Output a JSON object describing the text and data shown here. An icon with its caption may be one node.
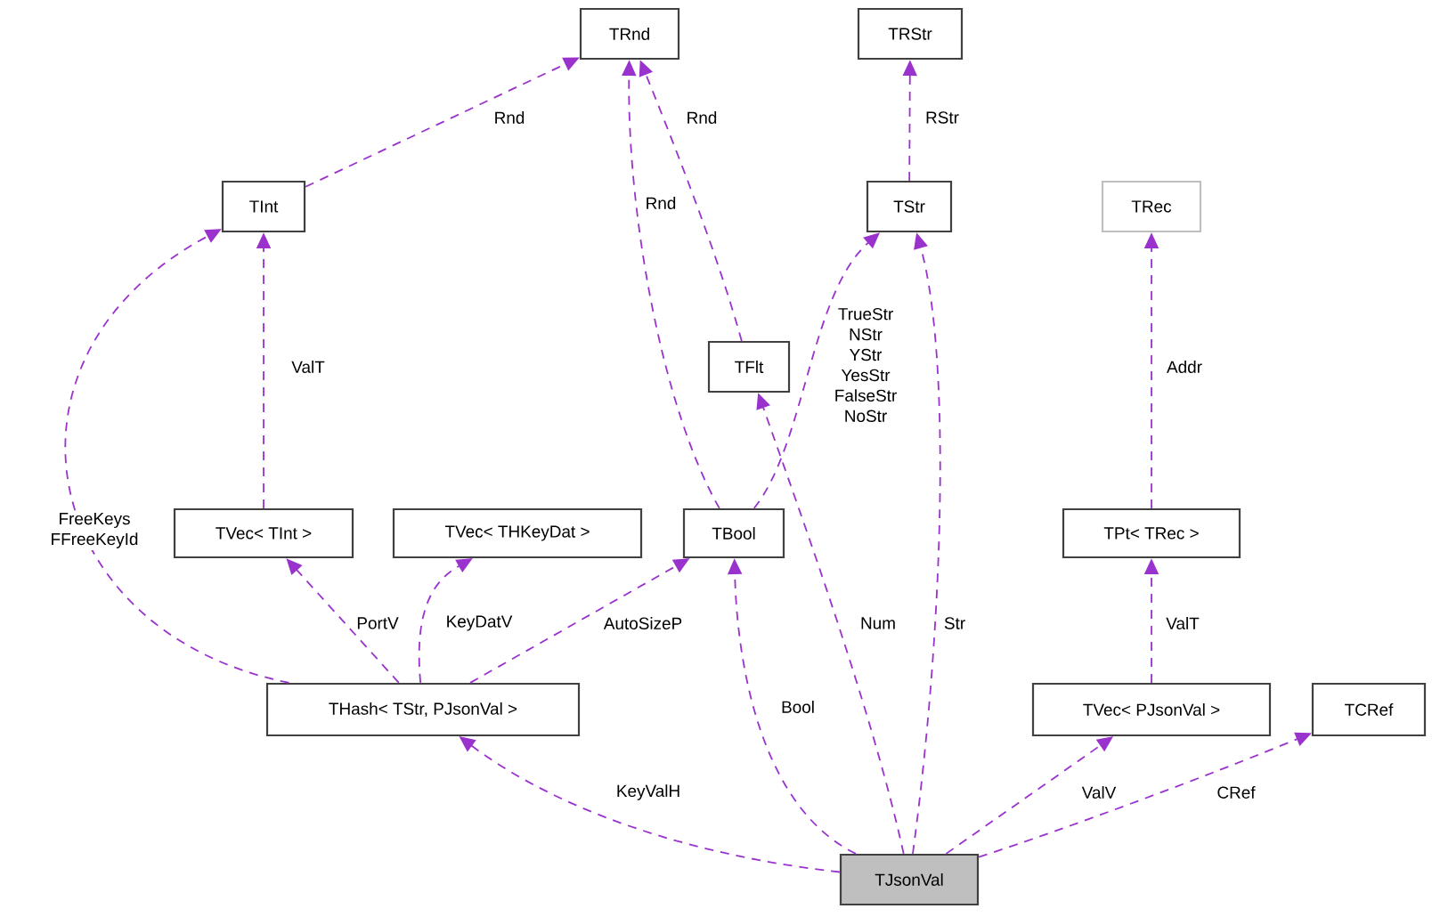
{
  "diagram": {
    "nodes": [
      {
        "text": [
          "TRnd"
        ]
      },
      {
        "text": [
          "TRStr"
        ]
      },
      {
        "text": [
          "TInt"
        ]
      },
      {
        "text": [
          "TStr"
        ]
      },
      {
        "text": [
          "TRec"
        ]
      },
      {
        "text": [
          "TFlt"
        ]
      },
      {
        "text": [
          "TVec< TInt >"
        ]
      },
      {
        "text": [
          "TVec< THKeyDat >"
        ]
      },
      {
        "text": [
          "TBool"
        ]
      },
      {
        "text": [
          "TPt< TRec >"
        ]
      },
      {
        "text": [
          "THash< TStr, PJsonVal >"
        ]
      },
      {
        "text": [
          "TVec< PJsonVal >"
        ]
      },
      {
        "text": [
          "TCRef"
        ]
      },
      {
        "text": [
          "TJsonVal"
        ]
      }
    ],
    "edges": [
      {
        "from": 2,
        "to": 0,
        "arrow": "to",
        "label": "Rnd"
      },
      {
        "from": 8,
        "to": 0,
        "arrow": "to",
        "label": "Rnd"
      },
      {
        "from": 5,
        "to": 0,
        "arrow": "to",
        "label": "Rnd"
      },
      {
        "from": 3,
        "to": 1,
        "arrow": "to",
        "label": "RStr"
      },
      {
        "from": 6,
        "to": 2,
        "arrow": "to",
        "label": "ValT"
      },
      {
        "from": 10,
        "to": 2,
        "arrow": "to",
        "label": "FreeKeys FFreeKeyId"
      },
      {
        "from": 10,
        "to": 6,
        "arrow": "to",
        "label": "PortV"
      },
      {
        "from": 10,
        "to": 7,
        "arrow": "to",
        "label": "KeyDatV"
      },
      {
        "from": 10,
        "to": 8,
        "arrow": "to",
        "label": "AutoSizeP"
      },
      {
        "from": 8,
        "to": 3,
        "arrow": "to",
        "label": "TrueStr NStr YStr YesStr FalseStr NoStr"
      },
      {
        "from": 13,
        "to": 3,
        "arrow": "to",
        "label": "Str"
      },
      {
        "from": 13,
        "to": 5,
        "arrow": "to",
        "label": "Num"
      },
      {
        "from": 13,
        "to": 8,
        "arrow": "to",
        "label": "Bool"
      },
      {
        "from": 13,
        "to": 10,
        "arrow": "to",
        "label": "KeyValH"
      },
      {
        "from": 13,
        "to": 11,
        "arrow": "to",
        "label": "ValV"
      },
      {
        "from": 13,
        "to": 12,
        "arrow": "to",
        "label": "CRef"
      },
      {
        "from": 9,
        "to": 4,
        "arrow": "to",
        "label": "Addr"
      },
      {
        "from": 11,
        "to": 9,
        "arrow": "to",
        "label": "ValT"
      }
    ]
  }
}
